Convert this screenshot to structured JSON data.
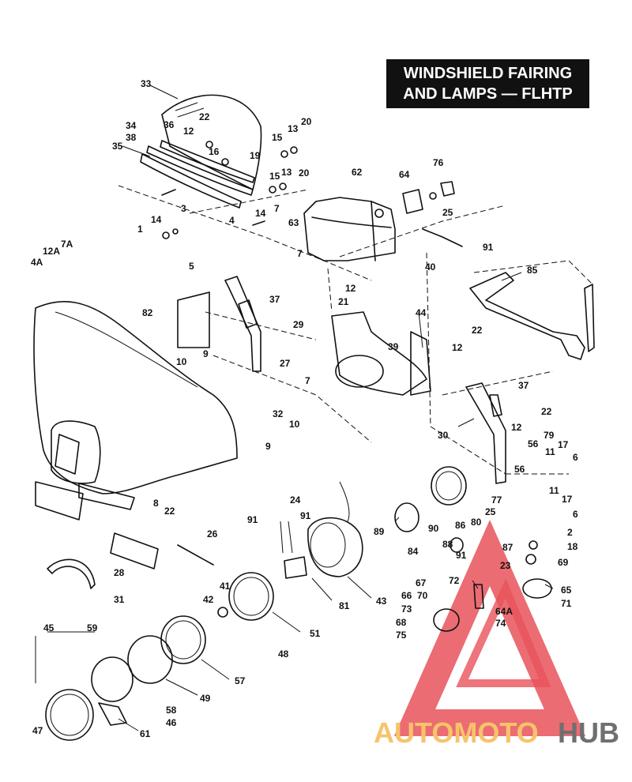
{
  "title": {
    "line1": "WINDSHIELD FAIRING",
    "line2": "AND LAMPS — FLHTP"
  },
  "watermark": {
    "auto": "AUTOMOTO",
    "hub": "HUB",
    "color_accent": "#e8525a",
    "color_auto": "#f7c36a",
    "color_hub": "#6f6f6f"
  },
  "labels": {
    "l33": "33",
    "l22a": "22",
    "l12a": "12",
    "l36": "36",
    "l34": "34",
    "l38": "38",
    "l35": "35",
    "l16": "16",
    "l19": "19",
    "l15a": "15",
    "l13a": "13",
    "l20a": "20",
    "l15b": "15",
    "l13b": "13",
    "l20b": "20",
    "l3": "3",
    "l4": "4",
    "l14a": "14",
    "l7a": "7",
    "l1": "1",
    "l14b": "14",
    "l63": "63",
    "l7b": "7",
    "l62": "62",
    "l64": "64",
    "l76": "76",
    "l25a": "25",
    "l91a": "91",
    "l40": "40",
    "l85": "85",
    "l4a": "4A",
    "l12aa": "12A",
    "l7aa": "7A",
    "l5": "5",
    "l12b": "12",
    "l21": "21",
    "l37a": "37",
    "l82": "82",
    "l29": "29",
    "l27": "27",
    "l39": "39",
    "l44": "44",
    "l22b": "22",
    "l12c": "12",
    "l9a": "9",
    "l10a": "10",
    "l7c": "7",
    "l37b": "37",
    "l22c": "22",
    "l12d": "12",
    "l32": "32",
    "l10b": "10",
    "l9b": "9",
    "l30": "30",
    "l56a": "56",
    "l79": "79",
    "l11a": "11",
    "l17a": "17",
    "l6a": "6",
    "l56b": "56",
    "l11b": "11",
    "l17b": "17",
    "l6b": "6",
    "l2": "2",
    "l18": "18",
    "l8": "8",
    "l22d": "22",
    "l24": "24",
    "l91b": "91",
    "l91c": "91",
    "l77": "77",
    "l25b": "25",
    "l80": "80",
    "l86": "86",
    "l89": "89",
    "l84": "84",
    "l90": "90",
    "l88": "88",
    "l91d": "91",
    "l87": "87",
    "l69": "69",
    "l23": "23",
    "l26": "26",
    "l28": "28",
    "l31": "31",
    "l81": "81",
    "l43": "43",
    "l41": "41",
    "l42": "42",
    "l51": "51",
    "l48": "48",
    "l57": "57",
    "l72": "72",
    "l67": "67",
    "l70": "70",
    "l66": "66",
    "l73": "73",
    "l65": "65",
    "l71": "71",
    "l64a": "64A",
    "l74": "74",
    "l68": "68",
    "l75": "75",
    "l45": "45",
    "l59": "59",
    "l49": "49",
    "l58": "58",
    "l46": "46",
    "l61": "61",
    "l47": "47"
  }
}
